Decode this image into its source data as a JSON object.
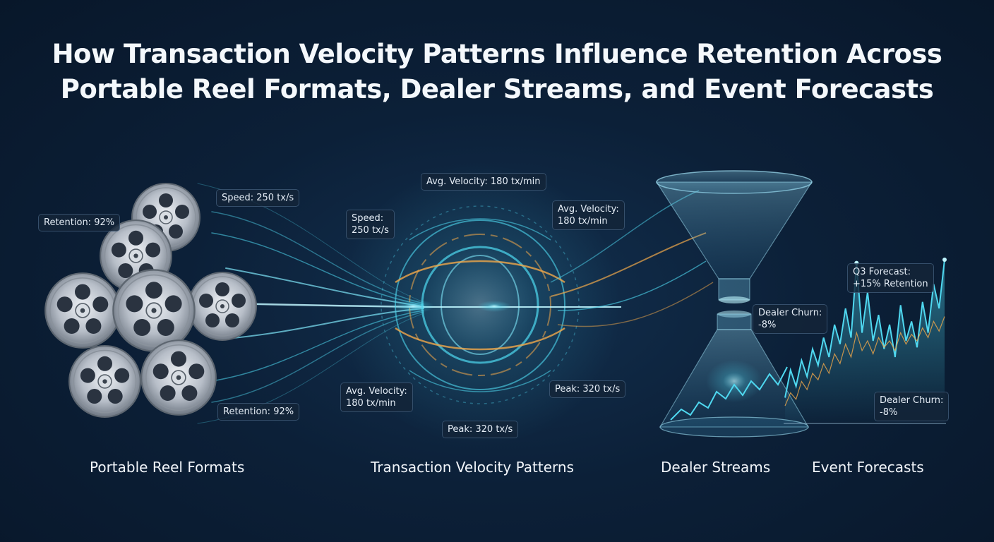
{
  "title_line1": "How Transaction Velocity Patterns Influence Retention Across",
  "title_line2": "Portable Reel Formats, Dealer Streams, and Event Forecasts",
  "annotations": {
    "reel_speed": "Speed: 250 tx/s",
    "reel_retention_top": "Retention: 92%",
    "reel_retention_bottom": "Retention: 92%",
    "ring_avg_top": "Avg. Velocity: 180 tx/min",
    "ring_speed_l1": "Speed:",
    "ring_speed_l2": "250 tx/s",
    "ring_avg_right_l1": "Avg. Velocity:",
    "ring_avg_right_l2": "180 tx/min",
    "ring_peak_right": "Peak: 320 tx/s",
    "ring_avg_left_l1": "Avg. Velocity:",
    "ring_avg_left_l2": "180 tx/min",
    "ring_peak_bottom": "Peak: 320 tx/s",
    "dealer_churn_l1": "Dealer Churn:",
    "dealer_churn_l2": "-8%",
    "forecast_l1": "Q3 Forecast:",
    "forecast_l2": "+15% Retention",
    "chart_churn_l1": "Dealer Churn:",
    "chart_churn_l2": "-8%"
  },
  "sections": {
    "reels": "Portable Reel Formats",
    "velocity": "Transaction Velocity Patterns",
    "dealer": "Dealer Streams",
    "forecast": "Event Forecasts"
  },
  "colors": {
    "cyan": "#4fd8f0",
    "gold": "#f0a84a",
    "reel": "#c9ced6"
  },
  "chart_data": {
    "type": "line",
    "series": [
      {
        "values": [
          0.15,
          0.32,
          0.22,
          0.38,
          0.28,
          0.45,
          0.35,
          0.52,
          0.4,
          0.6,
          0.48,
          0.7,
          0.52,
          0.98,
          0.55,
          0.8,
          0.5,
          0.66,
          0.45,
          0.6,
          0.4,
          0.72,
          0.5,
          0.62,
          0.46,
          0.74,
          0.55,
          0.85,
          0.7,
          1.0
        ]
      },
      {
        "values": [
          0.1,
          0.18,
          0.14,
          0.25,
          0.2,
          0.3,
          0.26,
          0.36,
          0.3,
          0.42,
          0.36,
          0.48,
          0.4,
          0.55,
          0.44,
          0.5,
          0.42,
          0.52,
          0.46,
          0.5,
          0.44,
          0.55,
          0.48,
          0.54,
          0.5,
          0.58,
          0.52,
          0.62,
          0.56,
          0.65
        ]
      }
    ]
  }
}
